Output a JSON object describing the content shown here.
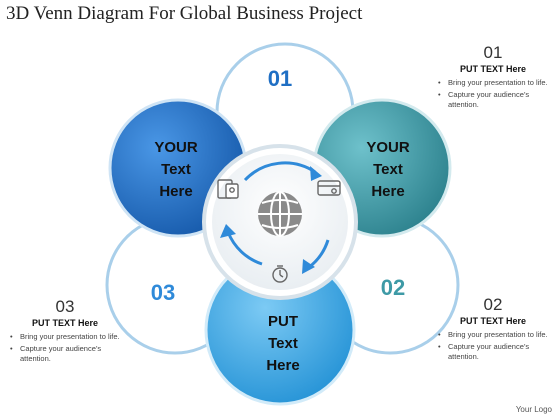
{
  "title": "3D Venn Diagram For Global Business Project",
  "petals": {
    "top": "01",
    "bottom_right": "02",
    "bottom_left": "03"
  },
  "circles": {
    "left": [
      "YOUR",
      "Text",
      "Here"
    ],
    "right": [
      "YOUR",
      "Text",
      "Here"
    ],
    "bottom": [
      "PUT",
      "Text",
      "Here"
    ]
  },
  "blocks": [
    {
      "number": "01",
      "heading": "PUT TEXT  Here",
      "bullets": [
        "Bring your presentation to life.",
        "Capture your audience’s attention."
      ]
    },
    {
      "number": "02",
      "heading": "PUT TEXT  Here",
      "bullets": [
        "Bring your presentation to life.",
        "Capture your audience’s attention."
      ]
    },
    {
      "number": "03",
      "heading": "PUT TEXT  Here",
      "bullets": [
        "Bring your presentation to life.",
        "Capture your audience’s attention."
      ]
    }
  ],
  "icons": [
    "globe-icon",
    "devices-icon",
    "credit-card-icon",
    "stopwatch-icon"
  ],
  "colors": {
    "dark_blue": "#1f6fc4",
    "teal": "#3e9aa6",
    "light_blue": "#3fa9e6",
    "petal_outline": "#9cc9e8",
    "number_top": "#1f6fc4",
    "number_left": "#2f8ad9",
    "number_right": "#3e9aa6"
  },
  "logo": "Your Logo"
}
